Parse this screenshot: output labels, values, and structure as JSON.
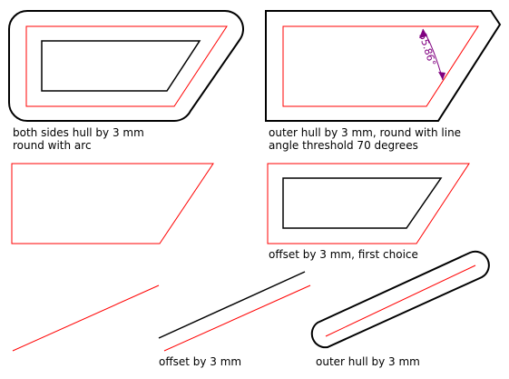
{
  "colors": {
    "outline": "#000000",
    "offset_red": "#ff0000",
    "dimension_purple": "#800080"
  },
  "captions": {
    "both_sides_hull": [
      "both sides hull by 3 mm",
      "round with arc"
    ],
    "outer_hull_round_line": [
      "outer hull by 3 mm, round with line",
      "angle threshold 70 degrees"
    ],
    "offset_first_choice": [
      "offset by 3 mm, first choice"
    ],
    "offset_line": [
      "offset by 3 mm"
    ],
    "outer_hull_line": [
      "outer hull by 3 mm"
    ]
  },
  "dimension": {
    "angle_label": "55.86°"
  }
}
